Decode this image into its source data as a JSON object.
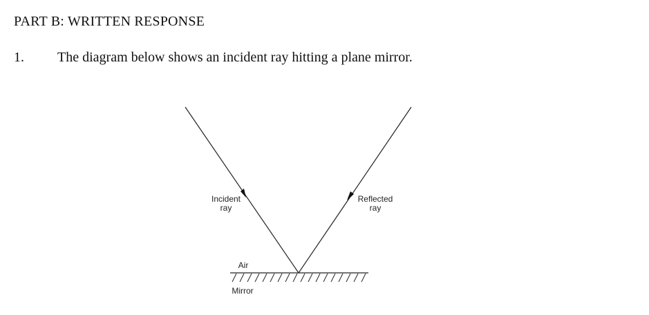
{
  "section": {
    "heading": "PART B: WRITTEN RESPONSE"
  },
  "question": {
    "number": "1.",
    "text": "The diagram below shows an incident ray hitting a plane mirror."
  },
  "diagram": {
    "incident_label_line1": "Incident",
    "incident_label_line2": "ray",
    "reflected_label_line1": "Reflected",
    "reflected_label_line2": "ray",
    "air_label": "Air",
    "mirror_label": "Mirror"
  }
}
